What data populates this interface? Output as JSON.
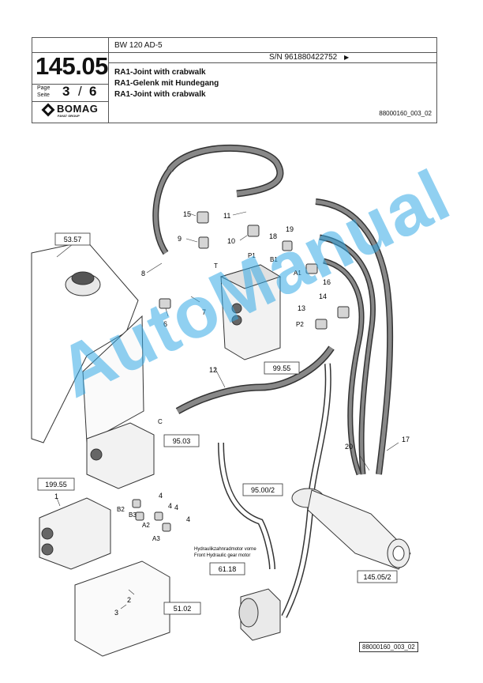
{
  "header": {
    "model": "BW 120 AD-5",
    "group_number": "145.05",
    "page_label_de": "Page",
    "page_label_en": "Seite",
    "page_current": "3",
    "page_sep": "/",
    "page_total": "6",
    "serial": "S/N 961880422752",
    "serial_arrow": "▶",
    "titles": [
      "RA1-Joint with crabwalk",
      "RA1-Gelenk mit Hundegang",
      "RA1-Joint with crabwalk"
    ],
    "doc_id": "88000160_003_02",
    "logo_word": "BOMAG",
    "logo_sub": "FAYAT GROUP"
  },
  "diagram": {
    "refs": {
      "r5357": "53.57",
      "r9955": "99.55",
      "r9503": "95.03",
      "r19955": "199.55",
      "r9500": "95.00/2",
      "r6118": "61.18",
      "r14505": "145.05/2",
      "r5102": "51.02"
    },
    "note_de": "Hydraulikzahnradmotor vorne",
    "note_en": "Front Hydraulic gear motor",
    "items": {
      "n15": "15",
      "n11": "11",
      "n9": "9",
      "n10": "10",
      "n18": "18",
      "n19": "19",
      "n8": "8",
      "n7": "7",
      "n6": "6",
      "n16": "16",
      "n13": "13",
      "n14": "14",
      "n12": "12",
      "n20": "20",
      "n17": "17",
      "n1": "1",
      "n4a": "4",
      "n4b": "4",
      "n4c": "4",
      "n4d": "4",
      "n2": "2",
      "n3": "3"
    },
    "ports": {
      "t": "T",
      "p1": "P1",
      "b1": "B1",
      "a1": "A1",
      "p2": "P2",
      "c": "C",
      "b2": "B2",
      "b3": "B3",
      "a2": "A2",
      "a3": "A3"
    },
    "footer_ref": "88000160_003_02"
  },
  "watermark": "AutoManual"
}
